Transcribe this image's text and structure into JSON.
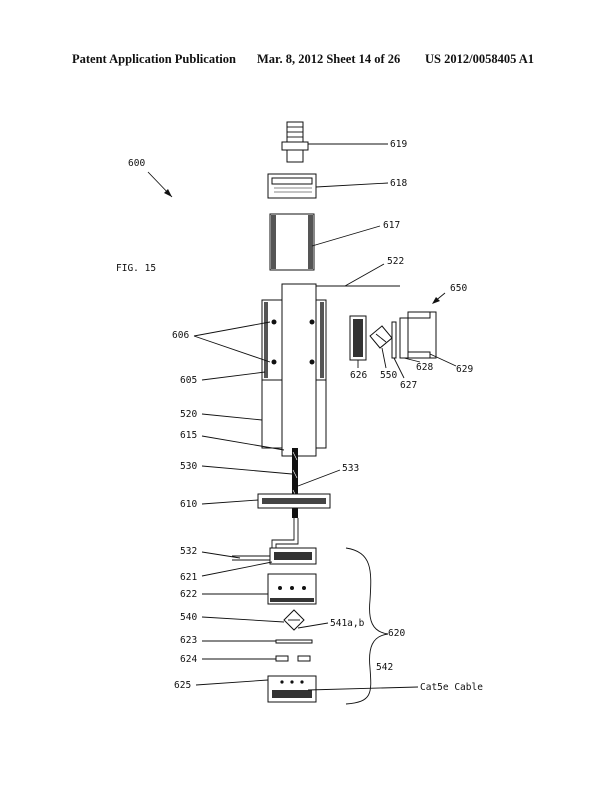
{
  "header": {
    "publication": "Patent Application Publication",
    "date_sheet": "Mar. 8, 2012   Sheet 14 of 26",
    "pub_number": "US 2012/0058405 A1"
  },
  "figure": {
    "title": "FIG. 15",
    "labels": {
      "n600": "600",
      "n619": "619",
      "n618": "618",
      "n617": "617",
      "n522": "522",
      "n650": "650",
      "n606": "606",
      "n605": "605",
      "n626": "626",
      "n550": "550",
      "n627": "627",
      "n628": "628",
      "n629": "629",
      "n520": "520",
      "n615": "615",
      "n530": "530",
      "n533": "533",
      "n610": "610",
      "n532": "532",
      "n621": "621",
      "n622": "622",
      "n540": "540",
      "n541": "541a,b",
      "n620": "620",
      "n623": "623",
      "n624": "624",
      "n542": "542",
      "n625": "625",
      "cable": "Cat5e Cable"
    }
  }
}
